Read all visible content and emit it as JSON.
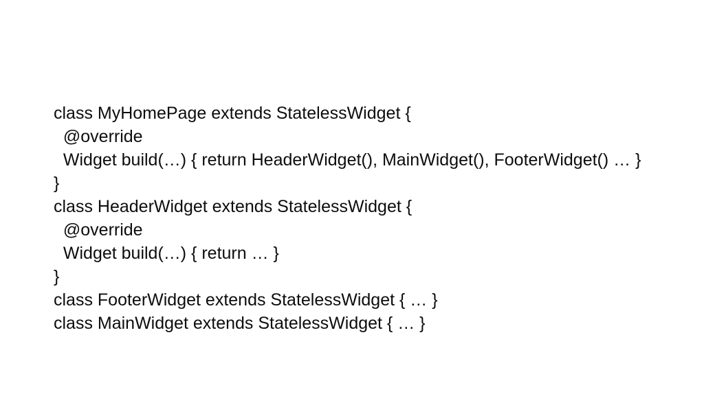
{
  "slide": {
    "background_color": "#ffffff",
    "text_color": "#0d0d0d",
    "code_lines": [
      "class MyHomePage extends StatelessWidget {",
      "  @override",
      "  Widget build(…) { return HeaderWidget(), MainWidget(), FooterWidget() … }",
      "}",
      "class HeaderWidget extends StatelessWidget {",
      "  @override",
      "  Widget build(…) { return … }",
      "}",
      "class FooterWidget extends StatelessWidget { … }",
      "class MainWidget extends StatelessWidget { … }"
    ]
  }
}
